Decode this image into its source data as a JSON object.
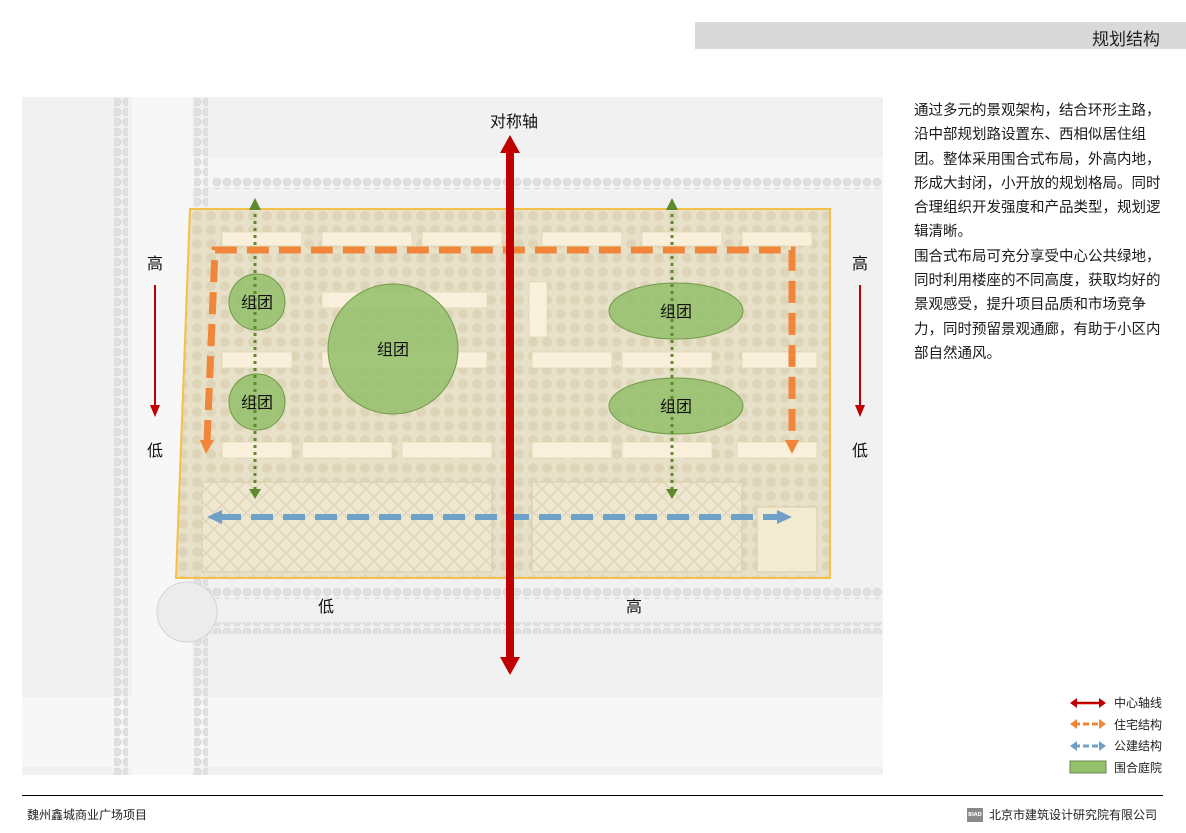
{
  "header": {
    "title": "规划结构"
  },
  "map": {
    "axis_label": "对称轴",
    "left_high": "高",
    "left_low": "低",
    "right_high": "高",
    "right_low": "低",
    "bottom_low": "低",
    "bottom_high": "高",
    "clusters": [
      "组团",
      "组团",
      "组团",
      "组团",
      "组团"
    ],
    "colors": {
      "axis": "#c00000",
      "residential": "#f0863a",
      "public": "#6fa0c8",
      "courtyard": "#93c06a",
      "green_line": "#5d8a2e"
    }
  },
  "description": {
    "paragraphs": [
      "通过多元的景观架构，结合环形主路，沿中部规划路设置东、西相似居住组团。整体采用围合式布局，外高内地，形成大封闭，小开放的规划格局。同时合理组织开发强度和产品类型，规划逻辑清晰。",
      "围合式布局可充分享受中心公共绿地，同时利用楼座的不同高度，获取均好的景观感受，提升项目品质和市场竞争力，同时预留景观通廊，有助于小区内部自然通风。"
    ]
  },
  "legend": {
    "items": [
      {
        "label": "中心轴线"
      },
      {
        "label": "住宅结构"
      },
      {
        "label": "公建结构"
      },
      {
        "label": "围合庭院"
      }
    ]
  },
  "footer": {
    "project": "魏州鑫城商业广场项目",
    "logo_text": "BIAD",
    "company": "北京市建筑设计研究院有限公司"
  }
}
